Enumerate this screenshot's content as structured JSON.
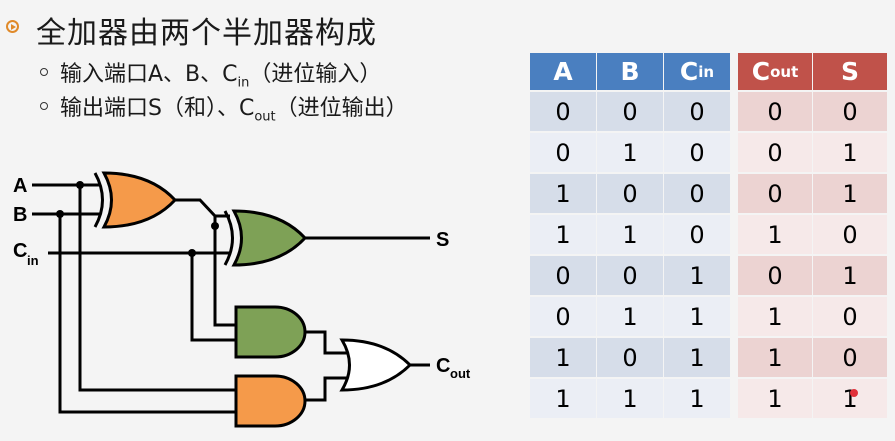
{
  "slide": {
    "title": "全加器由两个半加器构成",
    "bullet1": {
      "prefix": "输入端口A、B、C",
      "sub": "in",
      "suffix": "（进位输入）"
    },
    "bullet2": {
      "prefix": "输出端口S（和）、C",
      "sub": "out",
      "suffix": "（进位输出）"
    }
  },
  "circuit": {
    "label_a": "A",
    "label_b": "B",
    "label_cin": "C",
    "label_cin_sub": "in",
    "label_s": "S",
    "label_cout": "C",
    "label_cout_sub": "out",
    "colors": {
      "xor1": "#f59a4a",
      "xor2": "#7ea156",
      "and1": "#7ea156",
      "and2": "#f59a4a",
      "or": "#ffffff"
    }
  },
  "truth_table": {
    "input_headers": [
      "A",
      "B",
      "C"
    ],
    "input_header_subs": [
      "",
      "",
      "in"
    ],
    "output_headers": [
      "C",
      "S"
    ],
    "output_header_subs": [
      "out",
      ""
    ],
    "rows": [
      [
        "0",
        "0",
        "0",
        "0",
        "0"
      ],
      [
        "0",
        "1",
        "0",
        "0",
        "1"
      ],
      [
        "1",
        "0",
        "0",
        "0",
        "1"
      ],
      [
        "1",
        "1",
        "0",
        "1",
        "0"
      ],
      [
        "0",
        "0",
        "1",
        "0",
        "1"
      ],
      [
        "0",
        "1",
        "1",
        "1",
        "0"
      ],
      [
        "1",
        "0",
        "1",
        "1",
        "0"
      ],
      [
        "1",
        "1",
        "1",
        "1",
        "1"
      ]
    ],
    "colors": {
      "input_header": "#4a7fc0",
      "output_header": "#c0524a"
    }
  }
}
